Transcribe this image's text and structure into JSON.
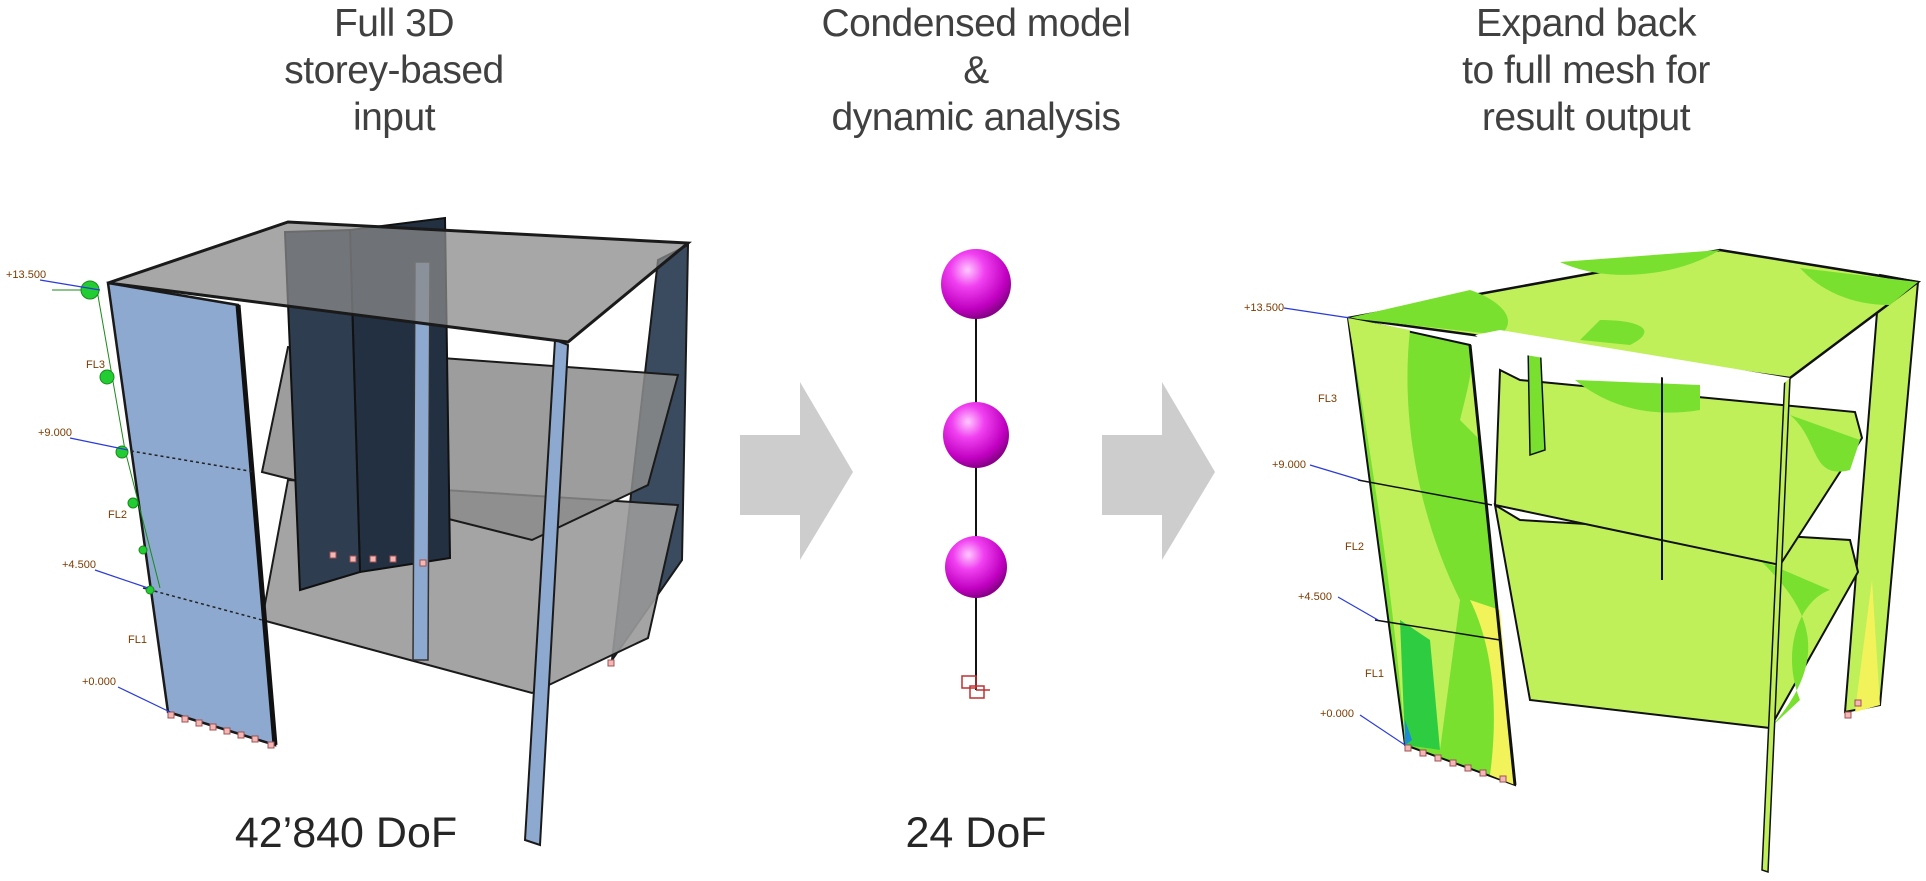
{
  "stages": [
    {
      "heading": [
        "Full 3D",
        "storey-based",
        "input"
      ],
      "dof": "42’840 DoF"
    },
    {
      "heading": [
        "Condensed model",
        "&",
        "dynamic analysis"
      ],
      "dof": "24 DoF"
    },
    {
      "heading": [
        "Expand back",
        "to full mesh for",
        "result output"
      ],
      "dof": ""
    }
  ],
  "levels_left": [
    "+13.500",
    "FL3",
    "+9.000",
    "FL2",
    "+4.500",
    "FL1",
    "+0.000"
  ],
  "levels_right": [
    "+13.500",
    "FL3",
    "+9.000",
    "FL2",
    "+4.500",
    "FL1",
    "+0.000"
  ],
  "icons": [
    "arrow-right-icon",
    "lumped-mass-node-icon",
    "support-symbol-icon"
  ],
  "colors": {
    "heading_text": "#404040",
    "wall_blue": "#8ea9cf",
    "slab_grey": "#8f8f8f",
    "core_dark": "#2f3d4e",
    "mass_magenta": "#e010e0",
    "arrow_grey": "#cdcdcd",
    "result_green": "#6fe02a",
    "result_lightgreen": "#bff05a",
    "result_yellow": "#f2f25a",
    "level_label": "#7a3b00",
    "load_green": "#22cc33"
  }
}
